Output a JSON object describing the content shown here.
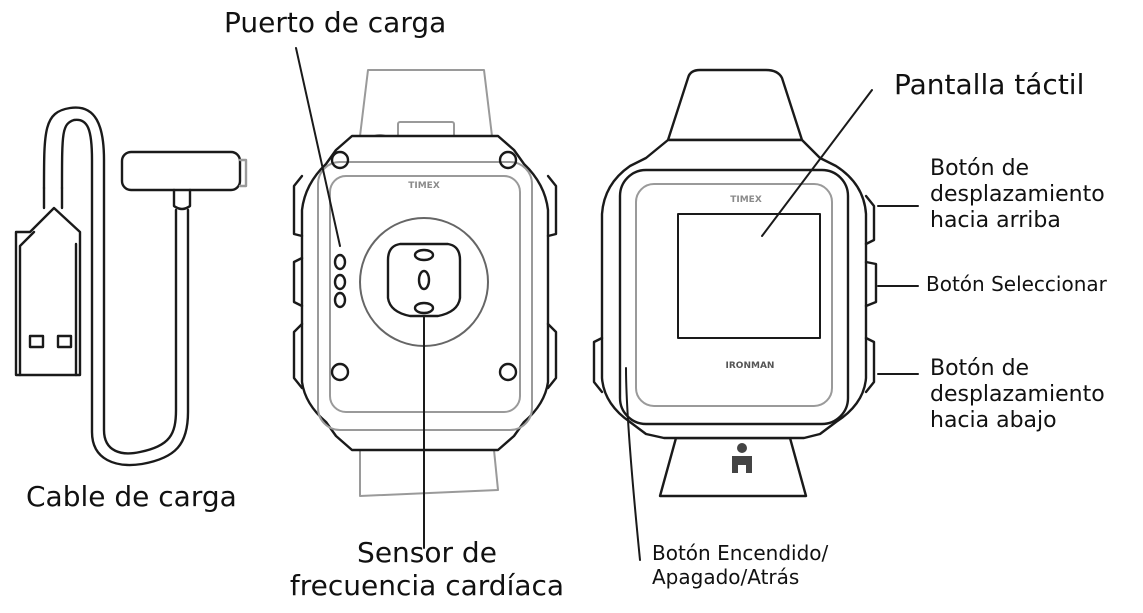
{
  "labels": {
    "charging_port": "Puerto de carga",
    "touch_screen": "Pantalla táctil",
    "scroll_up_button": [
      "Botón de",
      "desplazamiento",
      "hacia arriba"
    ],
    "select_button": "Botón Seleccionar",
    "scroll_down_button": [
      "Botón de",
      "desplazamiento",
      "hacia abajo"
    ],
    "charging_cable": "Cable de carga",
    "heart_rate_sensor": [
      "Sensor de",
      "frecuencia cardíaca"
    ],
    "power_back_button": [
      "Botón Encendido/",
      "Apagado/Atrás"
    ]
  },
  "watch_branding": {
    "back_logo": "TIMEX",
    "front_logo": "TIMEX",
    "front_bottom_logo": "IRONMAN"
  },
  "colors": {
    "outline": "#1a1a1a",
    "light_outline": "#9a9a9a",
    "text": "#111111"
  }
}
